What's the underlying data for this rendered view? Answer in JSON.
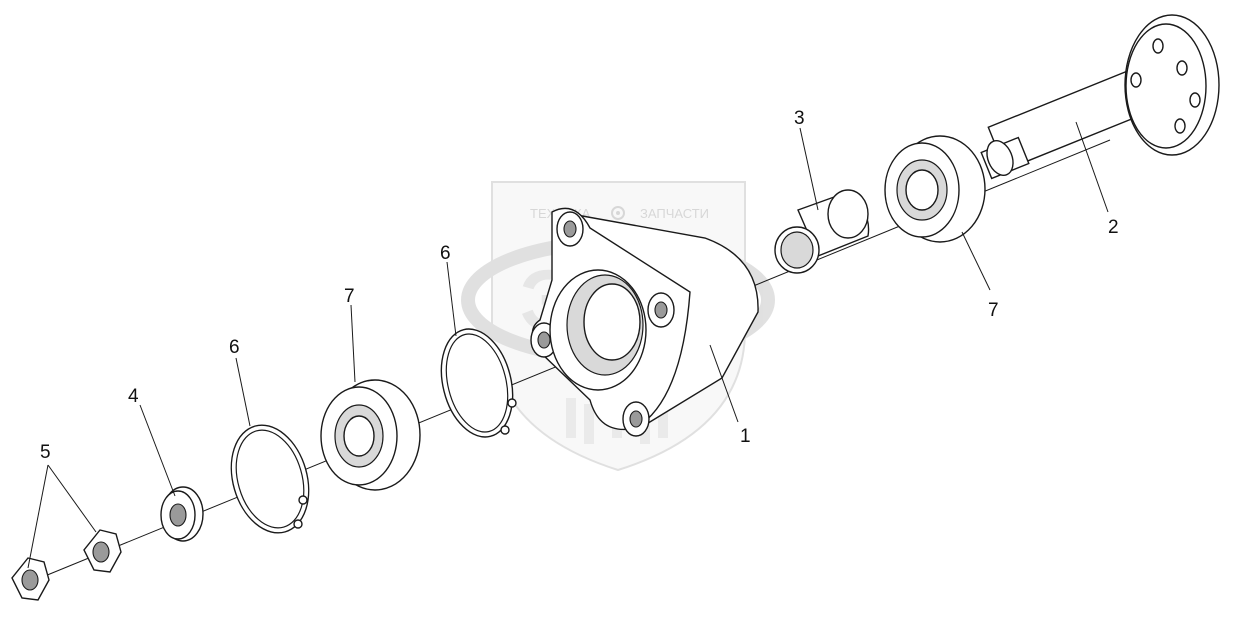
{
  "watermark": {
    "line_left": "ТЕХНИКА",
    "line_right": "ЗАПЧАСТИ",
    "logo": "ЭПФ",
    "emblem_icon": "gear-icon"
  },
  "callouts": {
    "c1": "1",
    "c2": "2",
    "c3": "3",
    "c4": "4",
    "c5": "5",
    "c6_left": "6",
    "c6_mid": "6",
    "c7_left": "7",
    "c7_right": "7"
  }
}
